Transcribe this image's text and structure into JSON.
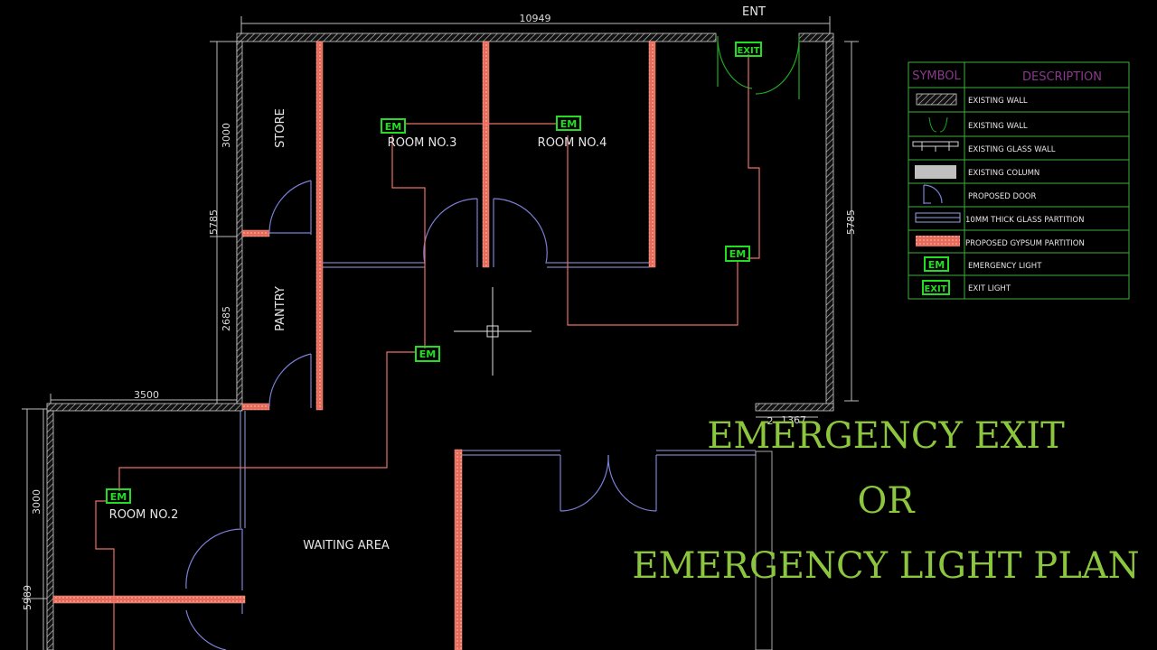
{
  "plan": {
    "entrance_label": "ENT",
    "dimensions": {
      "top_width": "10949",
      "right_height": "5785",
      "left_height_upper": "5785",
      "left_store": "3000",
      "left_pantry": "2685",
      "waiting_width": "3500",
      "room2_height": "3000",
      "lower_left": "5989",
      "step_dim": "1367",
      "step_dim_prefix": "2"
    },
    "rooms": {
      "store": "STORE",
      "pantry": "PANTRY",
      "room3": "ROOM NO.3",
      "room4": "ROOM NO.4",
      "room2": "ROOM NO.2",
      "waiting": "WAITING AREA"
    },
    "fixtures": {
      "em": "EM",
      "exit": "EXIT"
    }
  },
  "legend": {
    "col_symbol": "SYMBOL",
    "col_description": "DESCRIPTION",
    "rows": [
      {
        "icon": "hatched-wall-icon",
        "text": "EXISTING WALL"
      },
      {
        "icon": "green-door-arc-icon",
        "text": "EXISTING WALL"
      },
      {
        "icon": "glass-wall-icon",
        "text": "EXISTING GLASS WALL"
      },
      {
        "icon": "grey-column-icon",
        "text": "EXISTING COLUMN"
      },
      {
        "icon": "door-arc-icon",
        "text": "PROPOSED DOOR"
      },
      {
        "icon": "blue-partition-icon",
        "text": "10MM THICK GLASS PARTITION"
      },
      {
        "icon": "gypsum-partition-icon",
        "text": "PROPOSED GYPSUM PARTITION"
      },
      {
        "icon": "em-light-icon",
        "text": "EMERGENCY LIGHT"
      },
      {
        "icon": "exit-light-icon",
        "text": "EXIT LIGHT"
      }
    ]
  },
  "overlay": {
    "line1": "EMERGENCY EXIT",
    "line2": "OR",
    "line3": "EMERGENCY LIGHT PLAN"
  },
  "colors": {
    "background": "#000000",
    "wall": "#b4b4b4",
    "gypsum": "#f08070",
    "glass": "#9aa0e0",
    "door": "#7b7fd6",
    "em_green": "#22dd22",
    "wiring": "#e8706a",
    "title_green": "#8cc63f",
    "legend_border": "#3bb03b"
  }
}
